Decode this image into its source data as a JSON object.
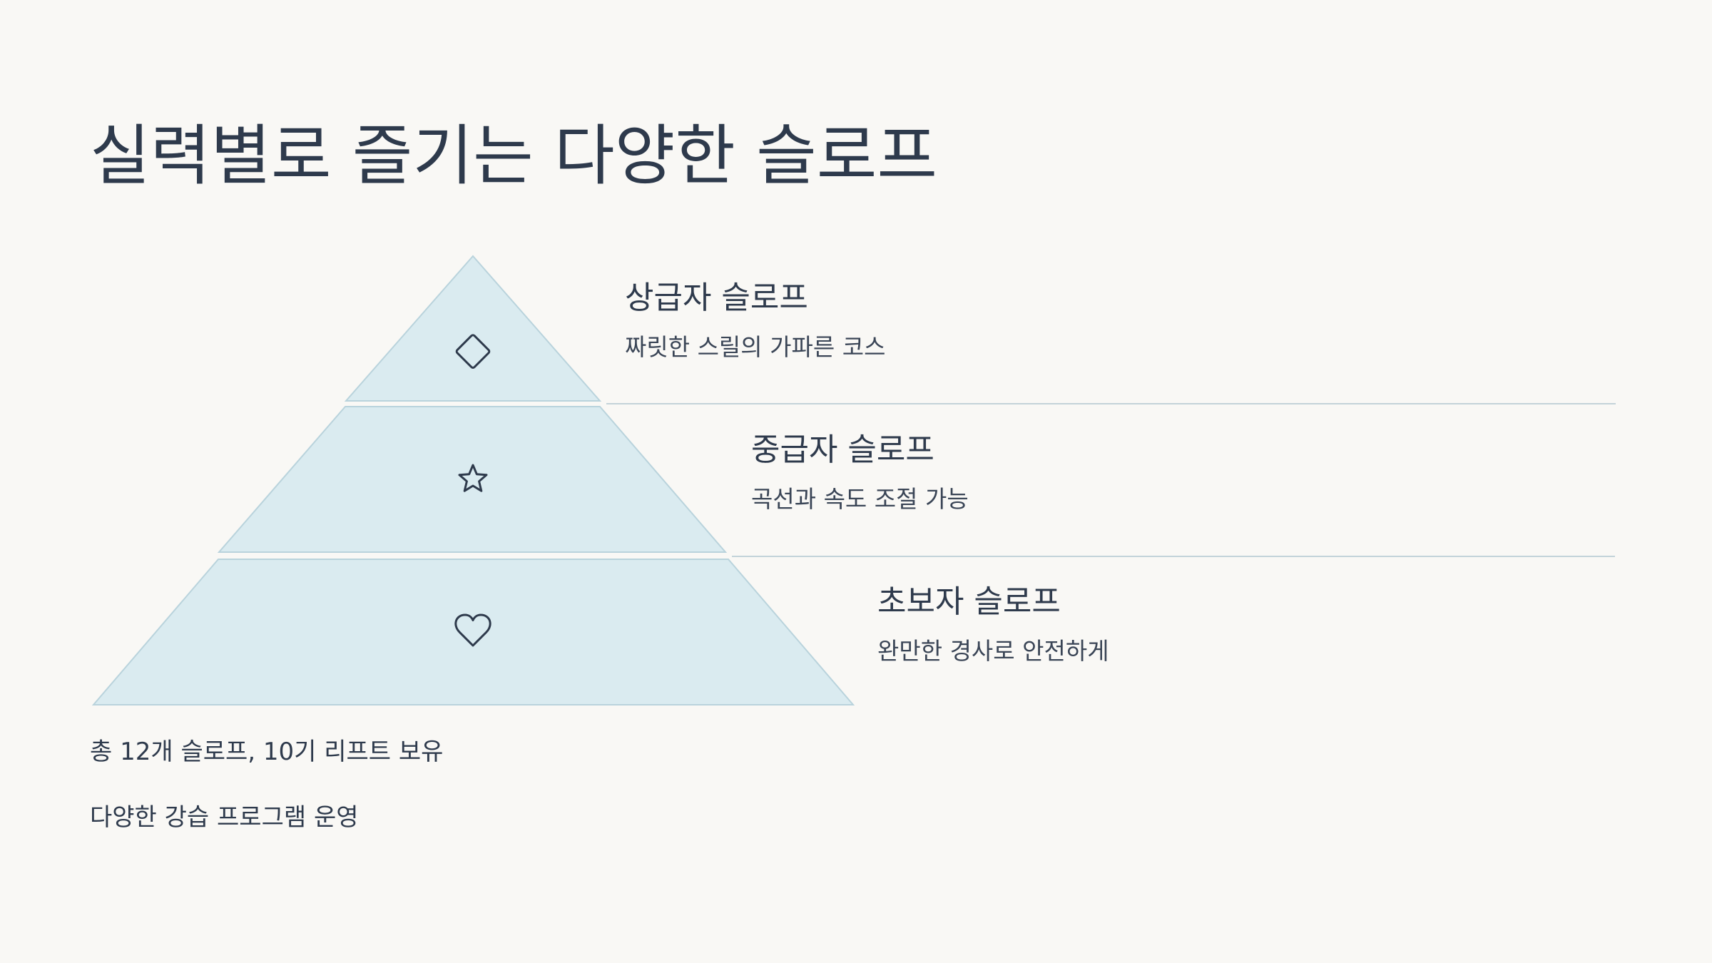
{
  "slide": {
    "title": "실력별로 즐기는 다양한 슬로프"
  },
  "pyramid": {
    "levels": [
      {
        "icon": "diamond-icon",
        "title": "상급자 슬로프",
        "description": "짜릿한 스릴의 가파른 코스"
      },
      {
        "icon": "star-icon",
        "title": "중급자 슬로프",
        "description": "곡선과 속도 조절 가능"
      },
      {
        "icon": "heart-icon",
        "title": "초보자 슬로프",
        "description": "완만한 경사로 안전하게"
      }
    ],
    "colors": {
      "fill": "#daebf0",
      "stroke": "#b9d3dc",
      "divider": "#c3d3d9",
      "icon": "#2e3a4c"
    }
  },
  "notes": [
    "총 12개 슬로프, 10기 리프트 보유",
    "다양한 강습 프로그램 운영"
  ]
}
